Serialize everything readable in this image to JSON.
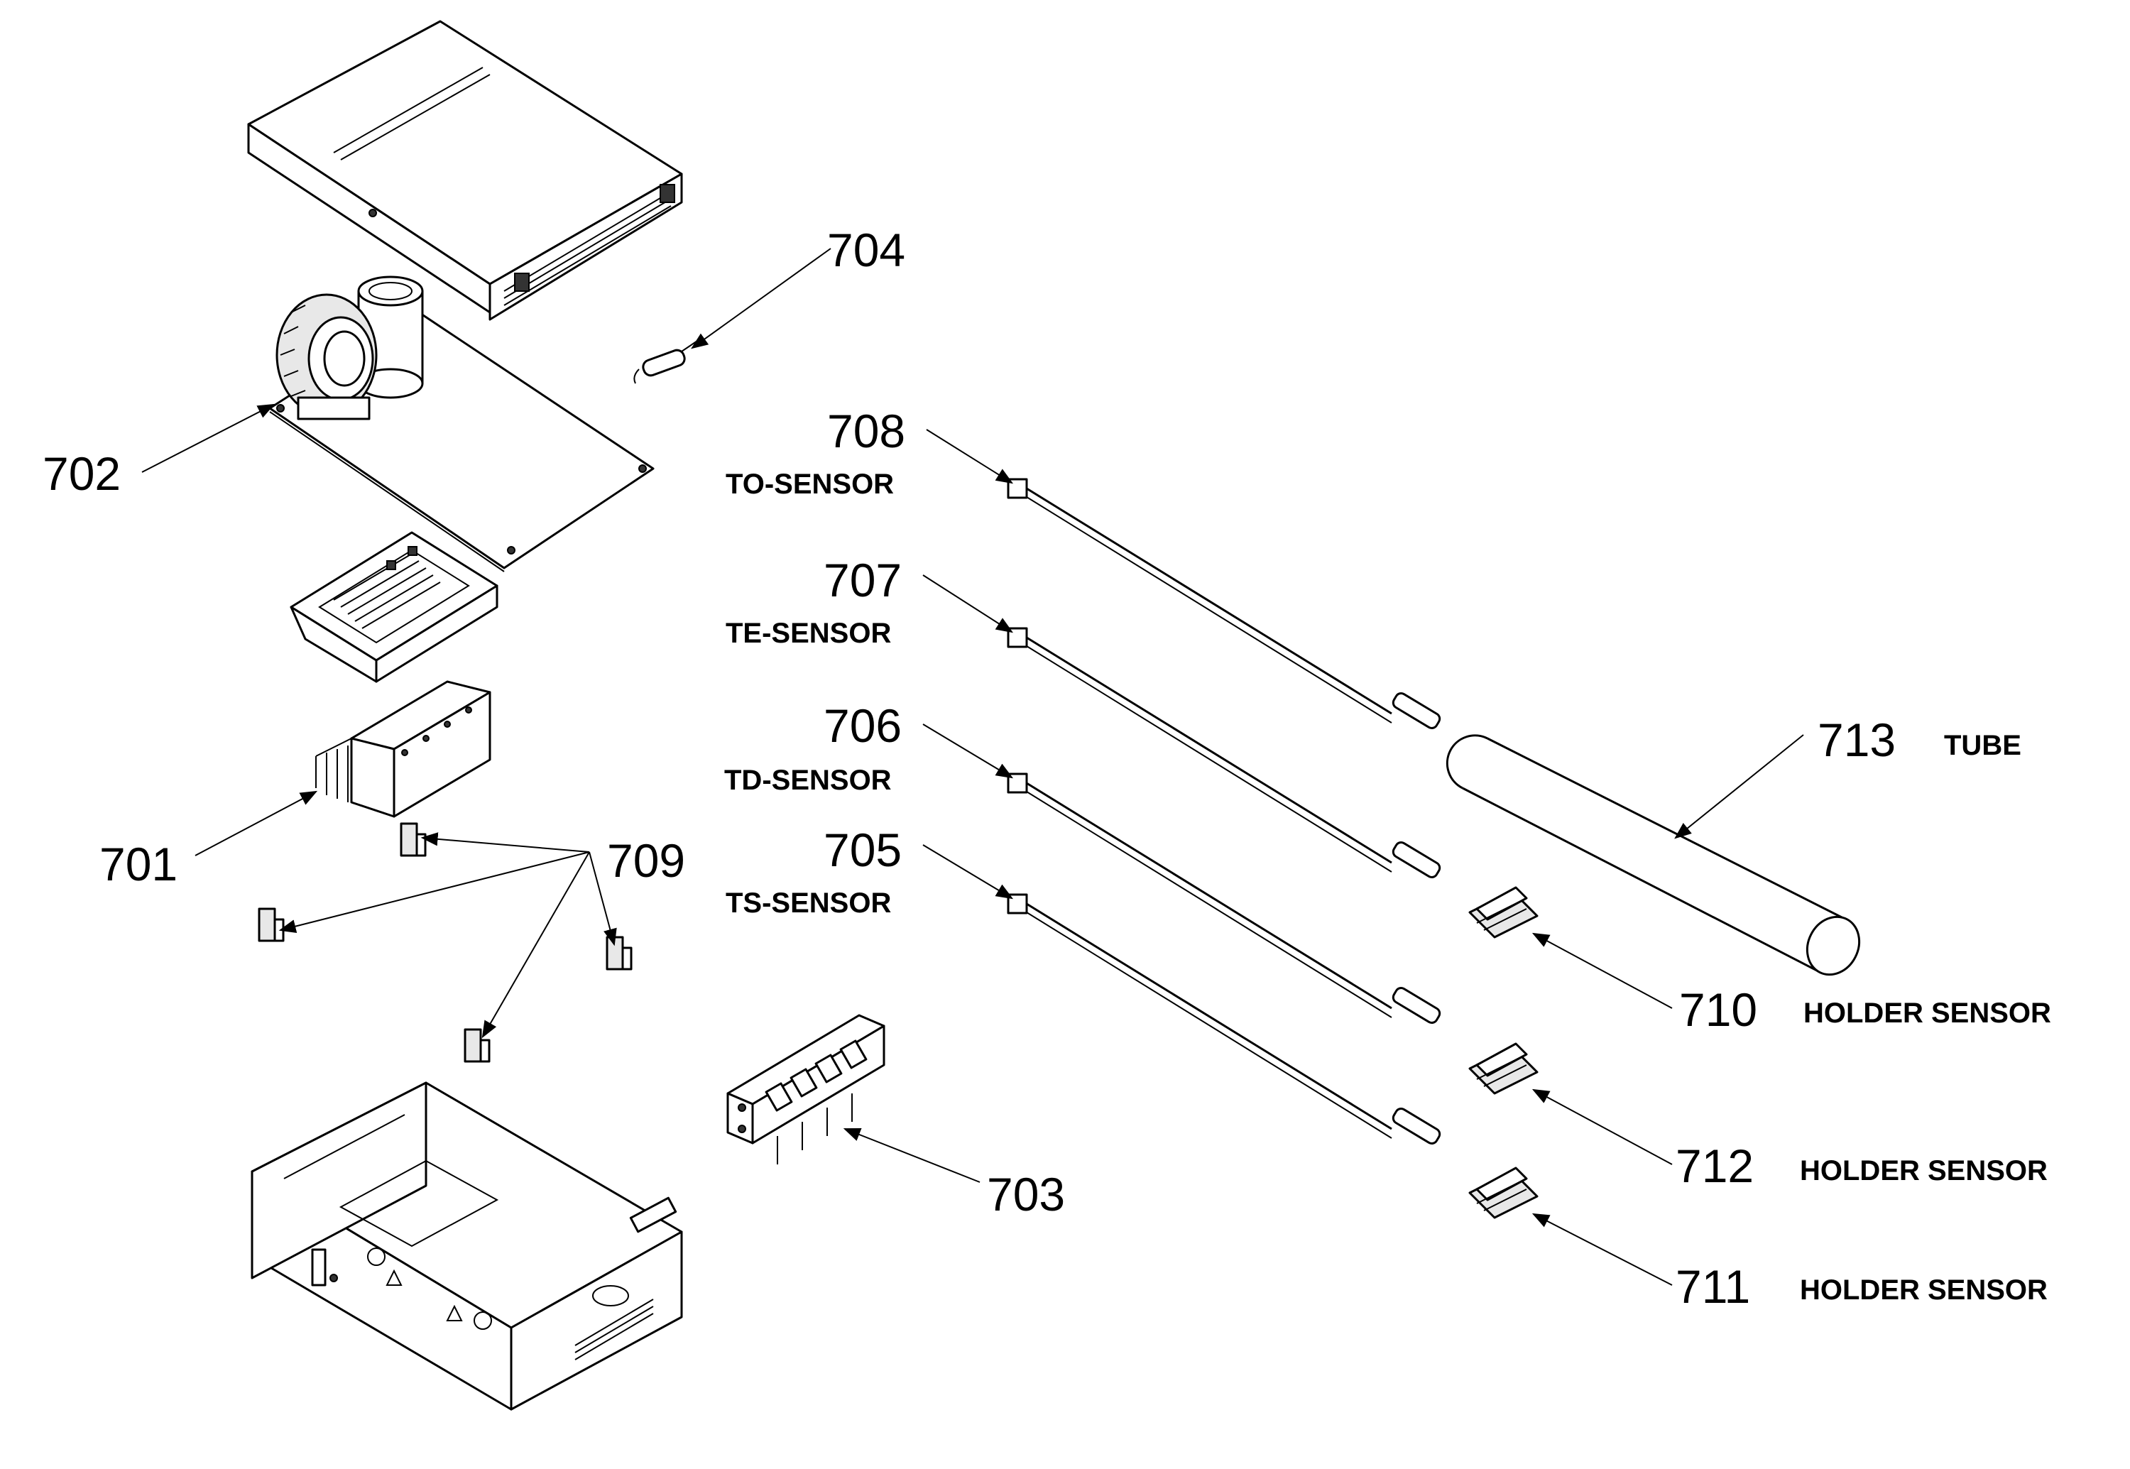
{
  "diagram": {
    "callouts": [
      {
        "id": "702",
        "number": "702",
        "label": ""
      },
      {
        "id": "704",
        "number": "704",
        "label": ""
      },
      {
        "id": "708",
        "number": "708",
        "label": "TO-SENSOR"
      },
      {
        "id": "707",
        "number": "707",
        "label": "TE-SENSOR"
      },
      {
        "id": "706",
        "number": "706",
        "label": "TD-SENSOR"
      },
      {
        "id": "705",
        "number": "705",
        "label": "TS-SENSOR"
      },
      {
        "id": "701",
        "number": "701",
        "label": ""
      },
      {
        "id": "709",
        "number": "709",
        "label": ""
      },
      {
        "id": "713",
        "number": "713",
        "label": "TUBE"
      },
      {
        "id": "710",
        "number": "710",
        "label": "HOLDER SENSOR"
      },
      {
        "id": "712",
        "number": "712",
        "label": "HOLDER SENSOR"
      },
      {
        "id": "711",
        "number": "711",
        "label": "HOLDER SENSOR"
      },
      {
        "id": "703",
        "number": "703",
        "label": ""
      }
    ]
  }
}
